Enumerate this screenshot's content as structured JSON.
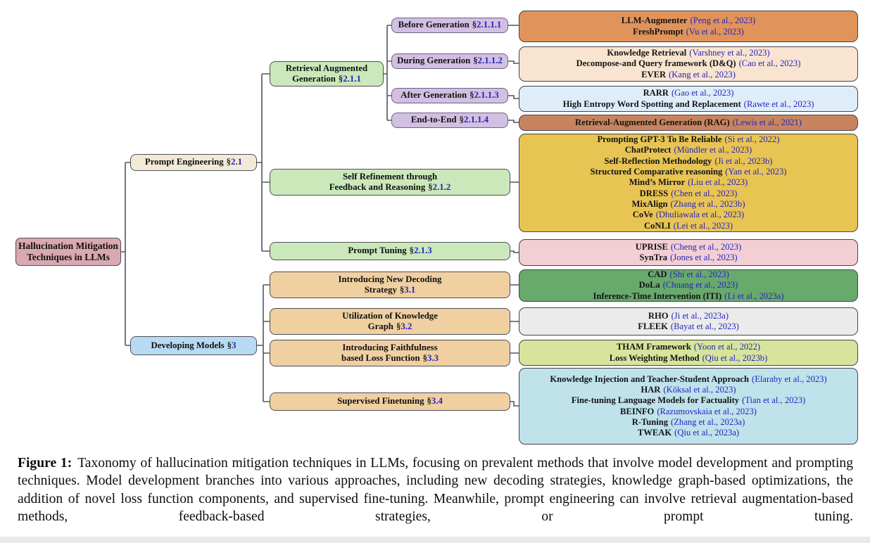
{
  "colors": {
    "root_fill": "#d9a8b1",
    "prompt_engineering_fill": "#f2ead6",
    "developing_models_fill": "#b6dbf2",
    "branch_green_fill": "#cbe8bb",
    "branch_tan_fill": "#f0cfa1",
    "branch_purple_fill": "#d2bfe2",
    "leaf_orange": "#e0935a",
    "leaf_peach": "#f8e4d0",
    "leaf_lightblue": "#dfedf9",
    "leaf_brown": "#c8845e",
    "leaf_yellow": "#e8c453",
    "leaf_pink": "#f2cfd5",
    "leaf_green": "#68a96c",
    "leaf_gray": "#ebebeb",
    "leaf_yellowgreen": "#d6e59b",
    "leaf_cyan": "#bfe2eb",
    "link_blue": "#2424bd",
    "connector": "#55555d"
  },
  "tree": {
    "root": {
      "line1": "Hallucination Mitigation",
      "line2": "Techniques in LLMs"
    },
    "prompt_engineering": {
      "label": "Prompt Engineering",
      "mark": "§",
      "sect": "2.1"
    },
    "developing_models": {
      "label": "Developing Models",
      "mark": "§",
      "sect": "3"
    },
    "rag": {
      "line1": "Retrieval Augmented",
      "line2": "Generation",
      "mark": "§",
      "sect": "2.1.1"
    },
    "self_refinement": {
      "line1": "Self Refinement through",
      "line2": "Feedback and Reasoning",
      "mark": "§",
      "sect": "2.1.2"
    },
    "prompt_tuning": {
      "label": "Prompt Tuning",
      "mark": "§",
      "sect": "2.1.3"
    },
    "decoding": {
      "line1": "Introducing New Decoding",
      "line2": "Strategy",
      "mark": "§",
      "sect": "3.1"
    },
    "knowledge_graph": {
      "line1": "Utilization of Knowledge",
      "line2": "Graph",
      "mark": "§",
      "sect": "3.2"
    },
    "loss_function": {
      "line1": "Introducing Faithfulness",
      "line2": "based Loss Function",
      "mark": "§",
      "sect": "3.3"
    },
    "supervised_finetuning": {
      "label": "Supervised Finetuning",
      "mark": "§",
      "sect": "3.4"
    },
    "before_generation": {
      "label": "Before Generation",
      "mark": "§",
      "sect": "2.1.1.1"
    },
    "during_generation": {
      "label": "During Generation",
      "mark": "§",
      "sect": "2.1.1.2"
    },
    "after_generation": {
      "label": "After Generation",
      "mark": "§",
      "sect": "2.1.1.3"
    },
    "end_to_end": {
      "label": "End-to-End",
      "mark": "§",
      "sect": "2.1.1.4"
    }
  },
  "leaves": {
    "before": {
      "entries": [
        {
          "name": "LLM-Augmenter",
          "cite": "(Peng et al., 2023)"
        },
        {
          "name": "FreshPrompt",
          "cite": "(Vu et al., 2023)"
        }
      ]
    },
    "during": {
      "entries": [
        {
          "name": "Knowledge Retrieval",
          "cite": "(Varshney et al., 2023)"
        },
        {
          "name": "Decompose-and Query framework (D&Q)",
          "cite": "(Cao et al., 2023)"
        },
        {
          "name": "EVER",
          "cite": "(Kang et al., 2023)"
        }
      ]
    },
    "after": {
      "entries": [
        {
          "name": "RARR",
          "cite": "(Gao et al., 2023)"
        },
        {
          "name": "High Entropy Word Spotting and Replacement",
          "cite": "(Rawte et al., 2023)"
        }
      ]
    },
    "end_to_end": {
      "entries": [
        {
          "name": "Retrieval-Augmented Generation (RAG)",
          "cite": "(Lewis et al., 2021)"
        }
      ]
    },
    "self_refinement": {
      "entries": [
        {
          "name": "Prompting GPT-3 To Be Reliable",
          "cite": "(Si et al., 2022)"
        },
        {
          "name": "ChatProtect",
          "cite": "(Mündler et al., 2023)"
        },
        {
          "name": "Self-Reflection Methodology",
          "cite": "(Ji et al., 2023b)"
        },
        {
          "name": "Structured Comparative reasoning",
          "cite": "(Yan et al., 2023)"
        },
        {
          "name": "Mind’s Mirror",
          "cite": "(Liu et al., 2023)"
        },
        {
          "name": "DRESS",
          "cite": "(Chen et al., 2023)"
        },
        {
          "name": "MixAlign",
          "cite": "(Zhang et al., 2023b)"
        },
        {
          "name": "CoVe",
          "cite": "(Dhuliawala et al., 2023)"
        },
        {
          "name": "CoNLI",
          "cite": "(Lei et al., 2023)"
        }
      ]
    },
    "prompt_tuning": {
      "entries": [
        {
          "name": "UPRISE",
          "cite": "(Cheng et al., 2023)"
        },
        {
          "name": "SynTra",
          "cite": "(Jones et al., 2023)"
        }
      ]
    },
    "decoding": {
      "entries": [
        {
          "name": "CAD",
          "cite": "(Shi et al., 2023)"
        },
        {
          "name": "DoLa",
          "cite": "(Chuang et al., 2023)"
        },
        {
          "name": "Inference-Time Intervention (ITI)",
          "cite": "(Li et al., 2023a)"
        }
      ]
    },
    "knowledge_graph": {
      "entries": [
        {
          "name": "RHO",
          "cite": "(Ji et al., 2023a)"
        },
        {
          "name": "FLEEK",
          "cite": "(Bayat et al., 2023)"
        }
      ]
    },
    "loss_function": {
      "entries": [
        {
          "name": "THAM Framework",
          "cite": "(Yoon et al., 2022)"
        },
        {
          "name": "Loss Weighting Method",
          "cite": "(Qiu et al., 2023b)"
        }
      ]
    },
    "supervised_finetuning": {
      "entries": [
        {
          "name": "Knowledge Injection and Teacher-Student Approach",
          "cite": "(Elaraby et al., 2023)"
        },
        {
          "name": "HAR",
          "cite": "(Köksal et al., 2023)"
        },
        {
          "name": "Fine-tuning Language Models for Factuality",
          "cite": "(Tian et al., 2023)"
        },
        {
          "name": "BEINFO",
          "cite": "(Razumovskaia et al., 2023)"
        },
        {
          "name": "R-Tuning",
          "cite": "(Zhang et al., 2023a)"
        },
        {
          "name": "TWEAK",
          "cite": "(Qiu et al., 2023a)"
        }
      ]
    }
  },
  "caption": {
    "tag": "Figure 1:",
    "text": "Taxonomy of hallucination mitigation techniques in LLMs, focusing on prevalent methods that involve model development and prompting techniques. Model development branches into various approaches, including new decoding strategies, knowledge graph-based optimizations, the addition of novel loss function components, and supervised fine-tuning. Meanwhile, prompt engineering can involve retrieval augmentation-based methods, feedback-based strategies, or prompt tuning."
  }
}
